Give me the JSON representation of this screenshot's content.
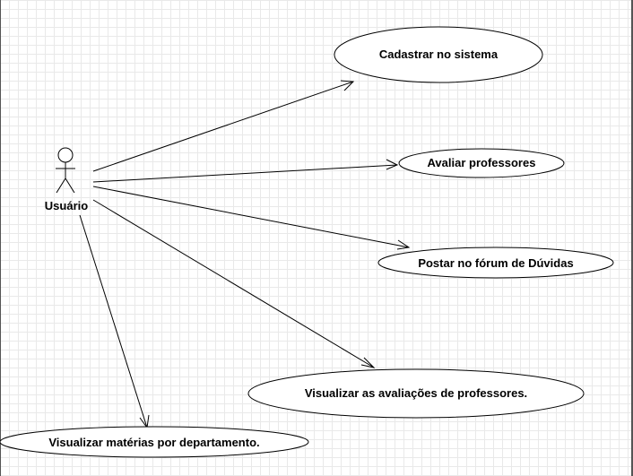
{
  "diagram": {
    "actor": {
      "label": "Usuário"
    },
    "use_cases": [
      {
        "id": "uc1",
        "label": "Cadastrar no sistema"
      },
      {
        "id": "uc2",
        "label": "Avaliar professores"
      },
      {
        "id": "uc3",
        "label": "Postar  no fórum de Dúvidas"
      },
      {
        "id": "uc4",
        "label": "Visualizar as avaliações de professores."
      },
      {
        "id": "uc5",
        "label": "Visualizar matérias por departamento."
      }
    ]
  }
}
